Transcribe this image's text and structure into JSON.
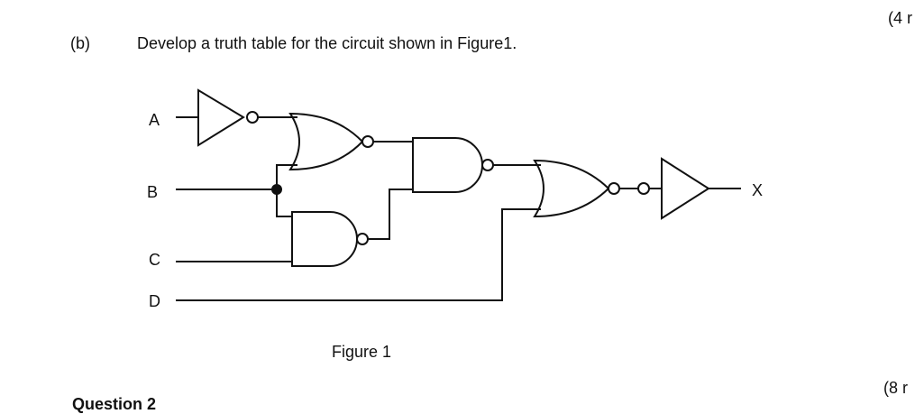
{
  "header": {
    "marks_top": "(4 r",
    "part_label": "(b)",
    "question_text": "Develop a truth table for the circuit shown in Figure1."
  },
  "diagram": {
    "inputs": {
      "a": "A",
      "b": "B",
      "c": "C",
      "d": "D"
    },
    "output": "X",
    "caption": "Figure 1"
  },
  "footer": {
    "marks_bottom": "(8 r",
    "next_question": "Question 2"
  }
}
